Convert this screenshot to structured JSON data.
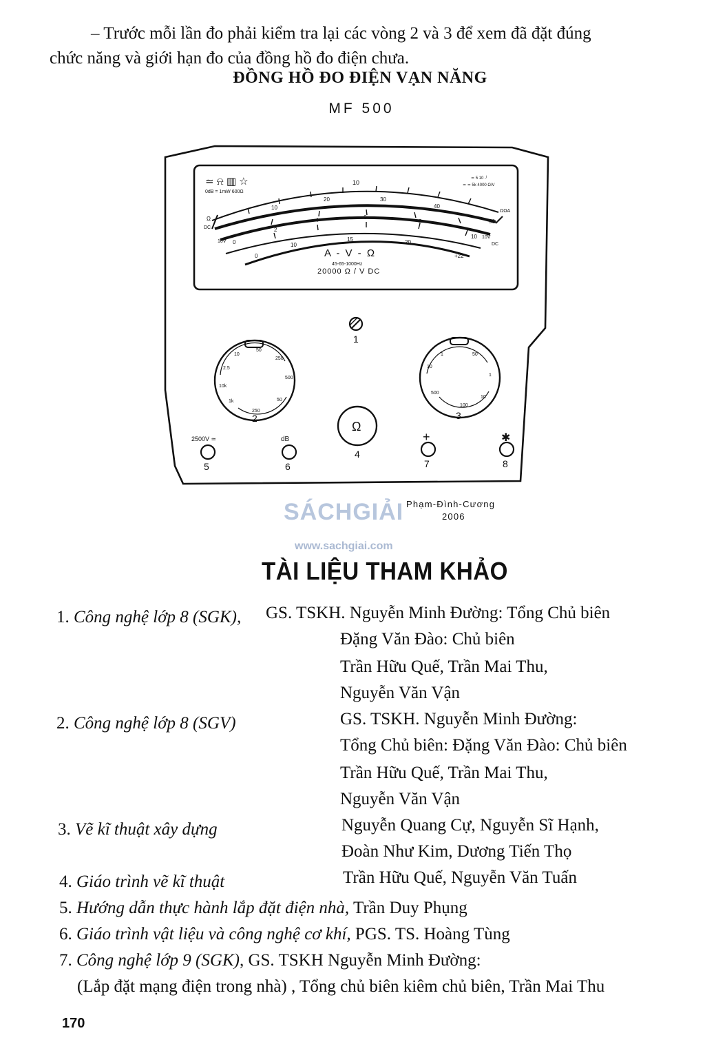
{
  "intro": {
    "line1": "– Trước mỗi lần đo phải kiểm tra lại các vòng 2 và 3 để xem đã đặt đúng",
    "line2": "chức năng và giới hạn đo của đồng hồ đo điện chưa."
  },
  "meter_section": {
    "title": "ĐỒNG HỒ ĐO ĐIỆN VẠN NĂNG",
    "model": "MF 500",
    "dial_symbols": "≃ ⍾ ▥ ☆",
    "db_note": "0dB = 1mW 600Ω",
    "scale_labels": {
      "arc1": [
        "10",
        "20",
        "30",
        "40",
        "50"
      ],
      "top_num": "10",
      "arc2": [
        "2",
        "4",
        "6",
        "8",
        "10"
      ],
      "arc3": [
        "10",
        "15",
        "20"
      ],
      "left_labels": [
        "Ω",
        "DC",
        "10V"
      ],
      "right_labels": [
        "ΩΩA",
        "10V",
        "DC"
      ],
      "left_zero": "0",
      "arc3_left": "0",
      "arc3_right": "+22"
    },
    "dial_label": "A - V - Ω",
    "freq_note": "45-65-1000Hz",
    "sensitivity": "20000 Ω / V DC",
    "adjust_screw_number": "1",
    "knob_left_number": "2",
    "knob_right_number": "3",
    "ohm_button_symbol": "Ω",
    "ohm_button_number": "4",
    "knob_left_marks": [
      "2.5",
      "10",
      "50",
      "250",
      "500",
      "50",
      "250",
      "1k",
      "10k"
    ],
    "knob_right_marks": [
      "10",
      "1",
      "50",
      "1",
      "10",
      "100",
      "500"
    ],
    "terminals": [
      {
        "label": "2500V ≃",
        "number": "5"
      },
      {
        "label": "dB",
        "number": "6"
      },
      {
        "label": "+",
        "number": "7"
      },
      {
        "label": "✱",
        "number": "8"
      }
    ],
    "credit_name": "Phạm-Đình-Cương",
    "credit_year": "2006"
  },
  "watermark": {
    "brand": "SÁCHGIẢI",
    "url": "www.sachgiai.com"
  },
  "references": {
    "title": "TÀI LIỆU THAM KHẢO",
    "items": [
      {
        "num": "1.",
        "work": "Công nghệ lớp 8 (SGK),",
        "authors": [
          "GS. TSKH. Nguyễn Minh Đường: Tổng Chủ biên",
          "Đặng Văn Đào: Chủ biên",
          "Trần Hữu Quế, Trần Mai Thu,",
          "Nguyễn Văn Vận"
        ]
      },
      {
        "num": "2.",
        "work": "Công nghệ lớp 8 (SGV)",
        "authors": [
          "GS. TSKH. Nguyễn Minh Đường:",
          "Tổng Chủ biên: Đặng Văn Đào: Chủ biên",
          "Trần Hữu Quế, Trần Mai Thu,",
          "Nguyễn Văn Vận"
        ]
      },
      {
        "num": "3.",
        "work": "Vẽ kĩ thuật xây dựng",
        "authors": [
          "Nguyễn Quang Cự, Nguyễn Sĩ Hạnh,",
          "Đoàn Như Kim, Dương Tiến Thọ"
        ]
      },
      {
        "num": "4.",
        "work": "Giáo trình vẽ kĩ thuật",
        "authors": [
          "Trần Hữu Quế, Nguyễn Văn Tuấn"
        ]
      },
      {
        "num": "5.",
        "work": "Hướng dẫn thực hành lắp đặt điện nhà,",
        "authors": [
          "Trần Duy Phụng"
        ]
      },
      {
        "num": "6.",
        "work": "Giáo trình vật liệu và công nghệ cơ khí,",
        "authors": [
          "PGS. TS. Hoàng Tùng"
        ]
      },
      {
        "num": "7.",
        "work": "Công nghệ lớp 9 (SGK),",
        "authors": [
          "GS. TSKH Nguyễn Minh Đường:",
          "(Lắp đặt mạng điện trong nhà) , Tổng chủ biên kiêm chủ biên, Trần Mai Thu"
        ]
      }
    ]
  },
  "page_number": "170"
}
